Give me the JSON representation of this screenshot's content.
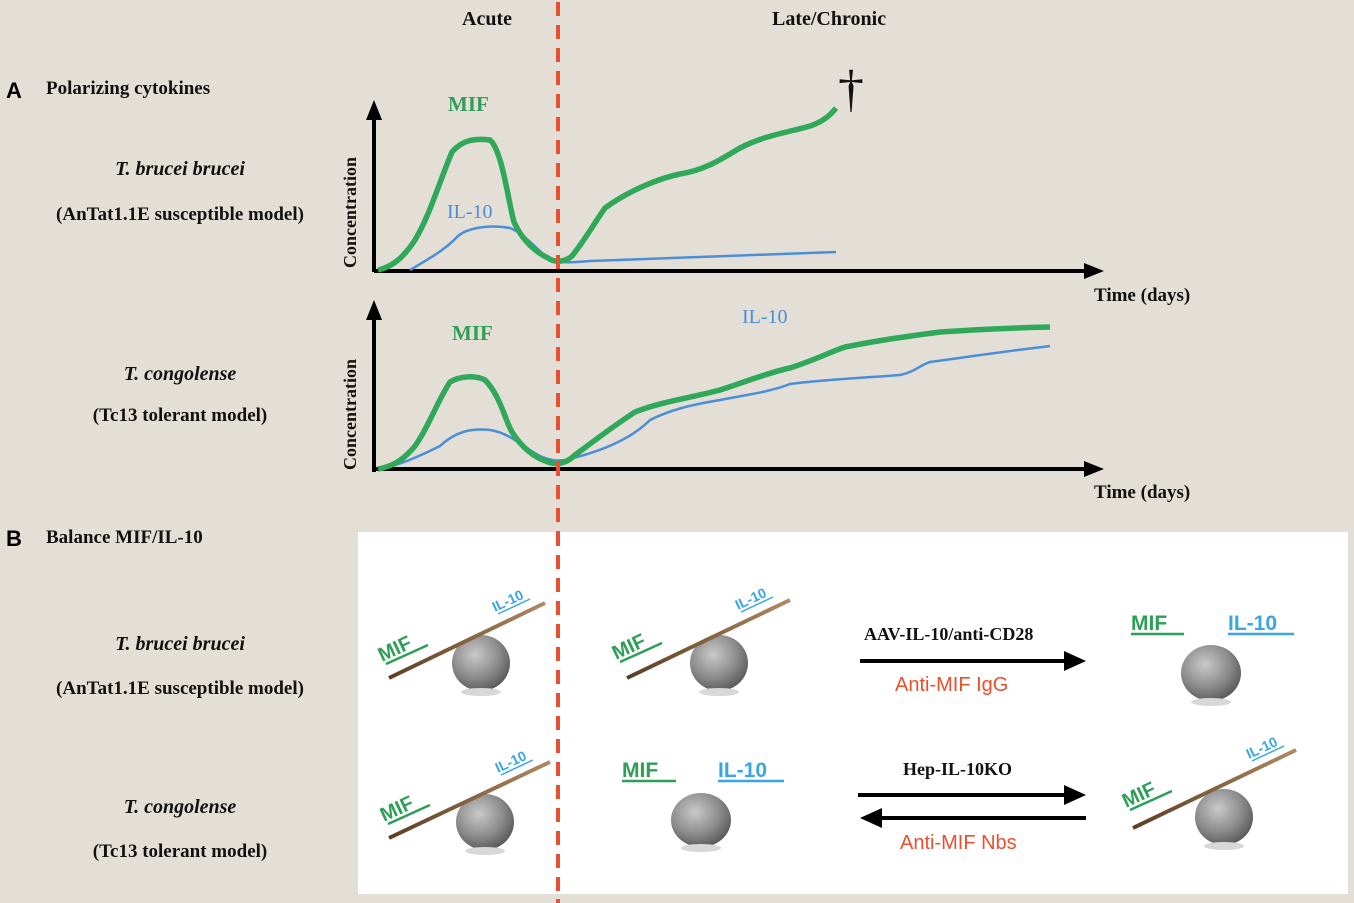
{
  "phases": {
    "acute": "Acute",
    "chronic": "Late/Chronic"
  },
  "panel_a": {
    "letter": "A",
    "title": "Polarizing  cytokines",
    "rows": [
      {
        "species": "T. brucei brucei",
        "model": "(AnTat1.1E  susceptible model)",
        "mif": "MIF",
        "il10": "IL-10",
        "ylabel": "Concentration",
        "xlabel": "Time (days)",
        "death_marker": "†"
      },
      {
        "species": "T. congolense",
        "model": "(Tc13 tolerant model)",
        "mif": "MIF",
        "il10": "IL-10",
        "ylabel": "Concentration",
        "xlabel": "Time (days)"
      }
    ]
  },
  "panel_b": {
    "letter": "B",
    "title": "Balance MIF/IL-10",
    "rows": [
      {
        "species": "T. brucei brucei",
        "model": "(AnTat1.1E  susceptible model)",
        "arrow_top": "AAV-IL-10/anti-CD28",
        "arrow_bottom": "Anti-MIF IgG"
      },
      {
        "species": "T. congolense",
        "model": "(Tc13 tolerant model)",
        "arrow_top": "Hep-IL-10KO",
        "arrow_bottom": "Anti-MIF Nbs"
      }
    ],
    "mif_label": "MIF",
    "il10_label": "IL-10"
  },
  "colors": {
    "mif": "#2e9f57",
    "il10": "#4a8fd6",
    "divider": "#e8502f",
    "background": "#e3ded6",
    "seesaw": "#9b7a55"
  }
}
